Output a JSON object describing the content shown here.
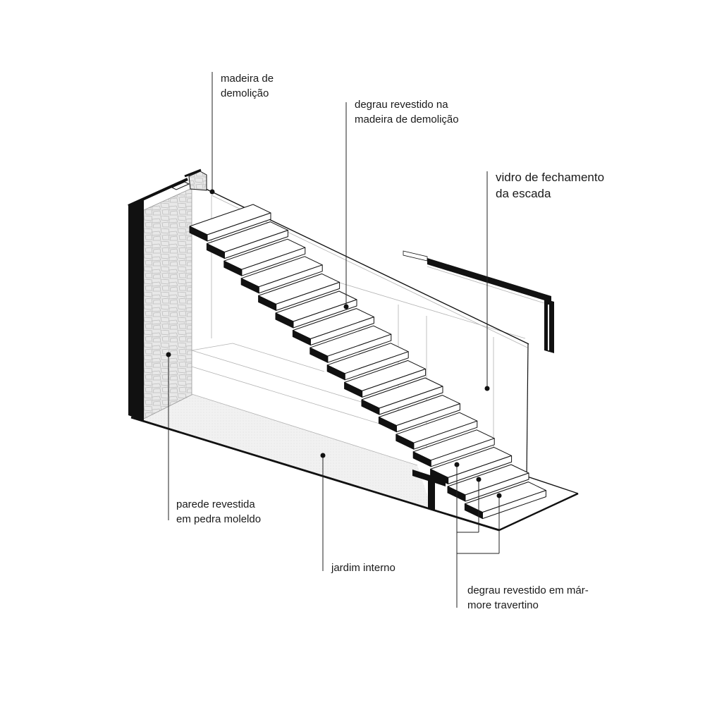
{
  "labels": {
    "madeira_demolicao": {
      "line1": "madeira de",
      "line2": "demolição"
    },
    "degrau_madeira": {
      "line1": "degrau revestido na",
      "line2": "madeira de demolição"
    },
    "vidro": {
      "line1": "vidro de fechamento",
      "line2": "da escada"
    },
    "parede": {
      "line1": "parede revestida",
      "line2": "em pedra moleldo"
    },
    "jardim": {
      "line1": "jardim interno"
    },
    "degrau_marmore": {
      "line1": "degrau revestido em már-",
      "line2": "more travertino"
    }
  },
  "colors": {
    "ink": "#111111",
    "tread": "#ffffff",
    "hidden_line": "#b3b3b3"
  }
}
